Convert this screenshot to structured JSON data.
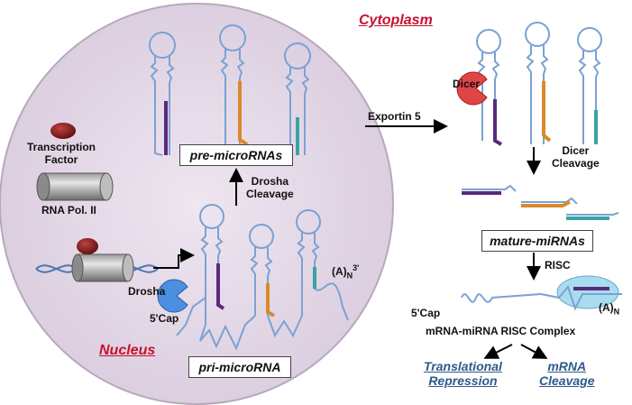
{
  "compartments": {
    "cytoplasm": "Cytoplasm",
    "nucleus": "Nucleus"
  },
  "nucleus_labels": {
    "transcription_factor": "Transcription\nFactor",
    "rna_pol": "RNA Pol. II",
    "drosha": "Drosha",
    "cap": "5'Cap",
    "polyA": "(A)",
    "polyA_sub": "N",
    "polyA_sup": "3'",
    "drosha_cleavage": "Drosha\nCleavage"
  },
  "boxes": {
    "pre": "pre-microRNAs",
    "pri": "pri-microRNA",
    "mature": "mature-miRNAs"
  },
  "cytoplasm_labels": {
    "exportin": "Exportin 5",
    "dicer": "Dicer",
    "dicer_cleavage": "Dicer\nCleavage",
    "risc": "RISC",
    "cap": "5'Cap",
    "polyA": "(A)",
    "polyA_sub": "N",
    "complex": "mRNA-miRNA RISC Complex"
  },
  "outcomes": {
    "translational": "Translational\nRepression",
    "cleavage": "mRNA\nCleavage"
  },
  "colors": {
    "nucleus_fill": "#e8dcea",
    "rna": "#7aa2d4",
    "purple": "#5a2a7a",
    "orange": "#d98a2a",
    "teal": "#3aa3a3",
    "tf": "#7a1a1a",
    "enzyme": "#e04545",
    "drosha": "#4a8fe0",
    "risc": "#a8dcef",
    "red_text": "#c8102e",
    "blue_text": "#2e5a8a"
  }
}
